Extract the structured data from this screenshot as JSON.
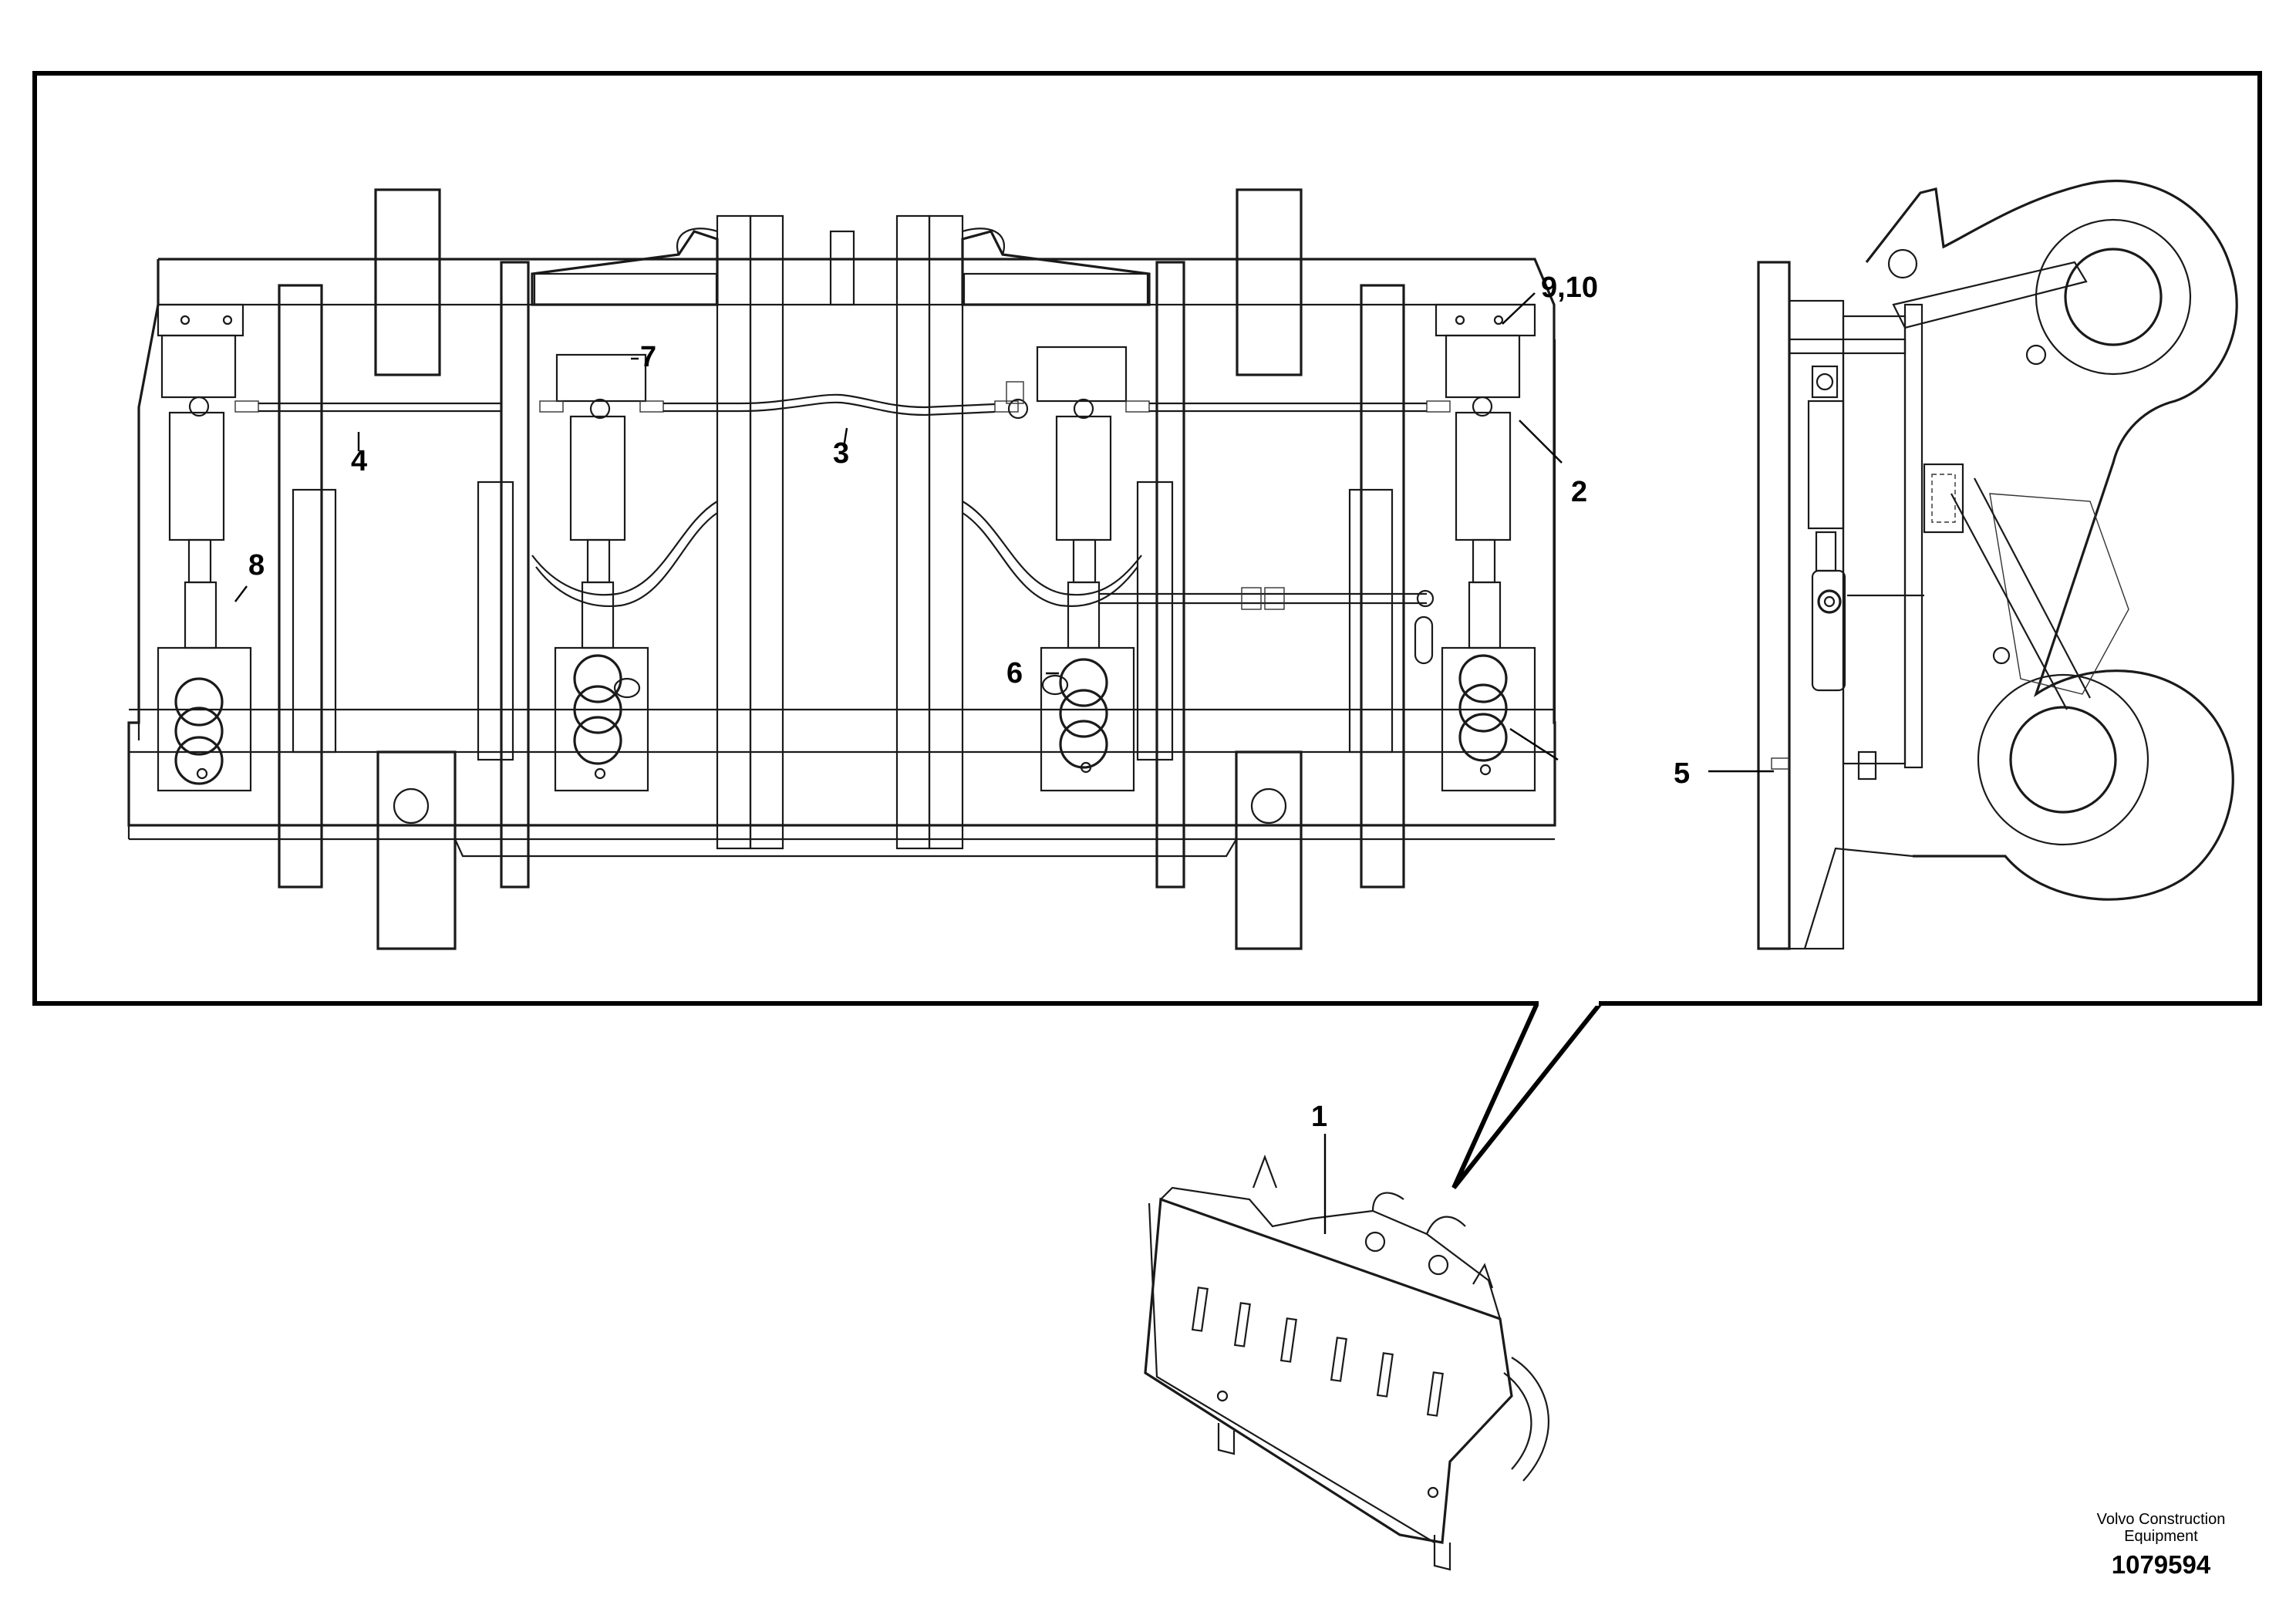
{
  "callouts": {
    "c1": "1",
    "c2": "2",
    "c3": "3",
    "c4": "4",
    "c5": "5",
    "c6": "6",
    "c7": "7",
    "c8": "8",
    "c910": "9,10"
  },
  "footer": {
    "brand_line1": "Volvo Construction",
    "brand_line2": "Equipment",
    "doc_number": "1079594"
  }
}
